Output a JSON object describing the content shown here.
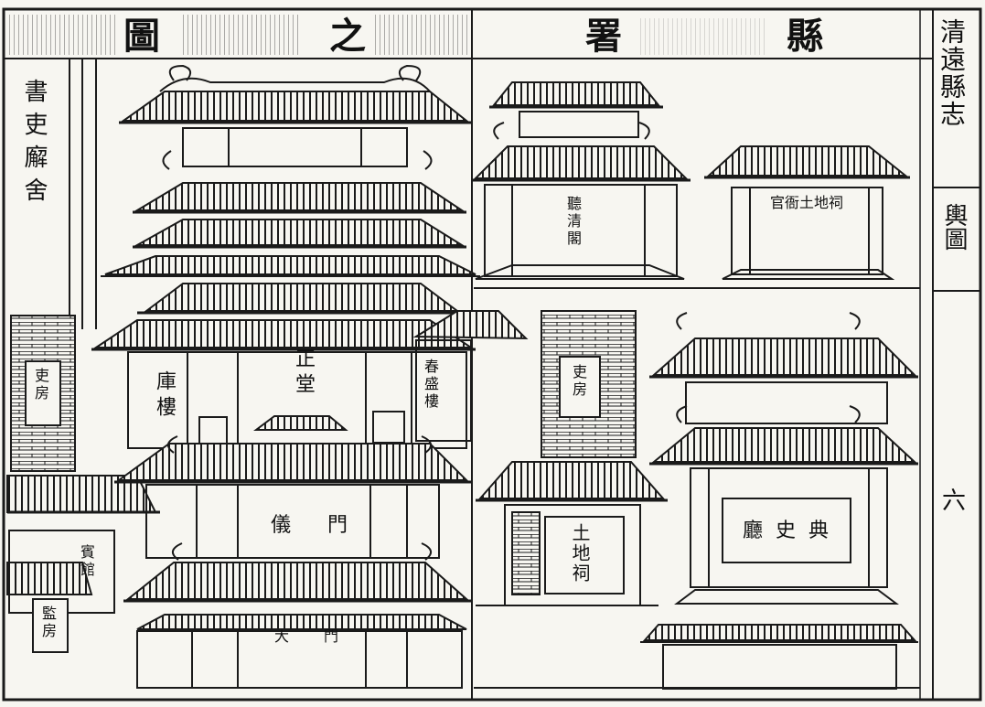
{
  "title": {
    "c1": "縣",
    "c2": "署",
    "c3": "之",
    "c4": "圖"
  },
  "side": {
    "book_title": "清遠縣志",
    "section": "輿圖",
    "page_number": "六"
  },
  "labels": {
    "shuli": "書吏廨舍",
    "lifang_left": "吏房",
    "kulou": "庫樓",
    "zhengtang": "正堂",
    "chunxianlou": "春盛樓",
    "yimen": "儀門",
    "damen": "大門",
    "binguan": "賓館",
    "jianfang": "監房",
    "xiaoqingge": "聽清閣",
    "tudici_top": "官衙土地祠",
    "lifang_right": "吏房",
    "tudici": "土地祠",
    "dianshiting": "典史廳"
  },
  "colors": {
    "ink": "#1a1a1a",
    "paper": "#f7f6f1"
  }
}
